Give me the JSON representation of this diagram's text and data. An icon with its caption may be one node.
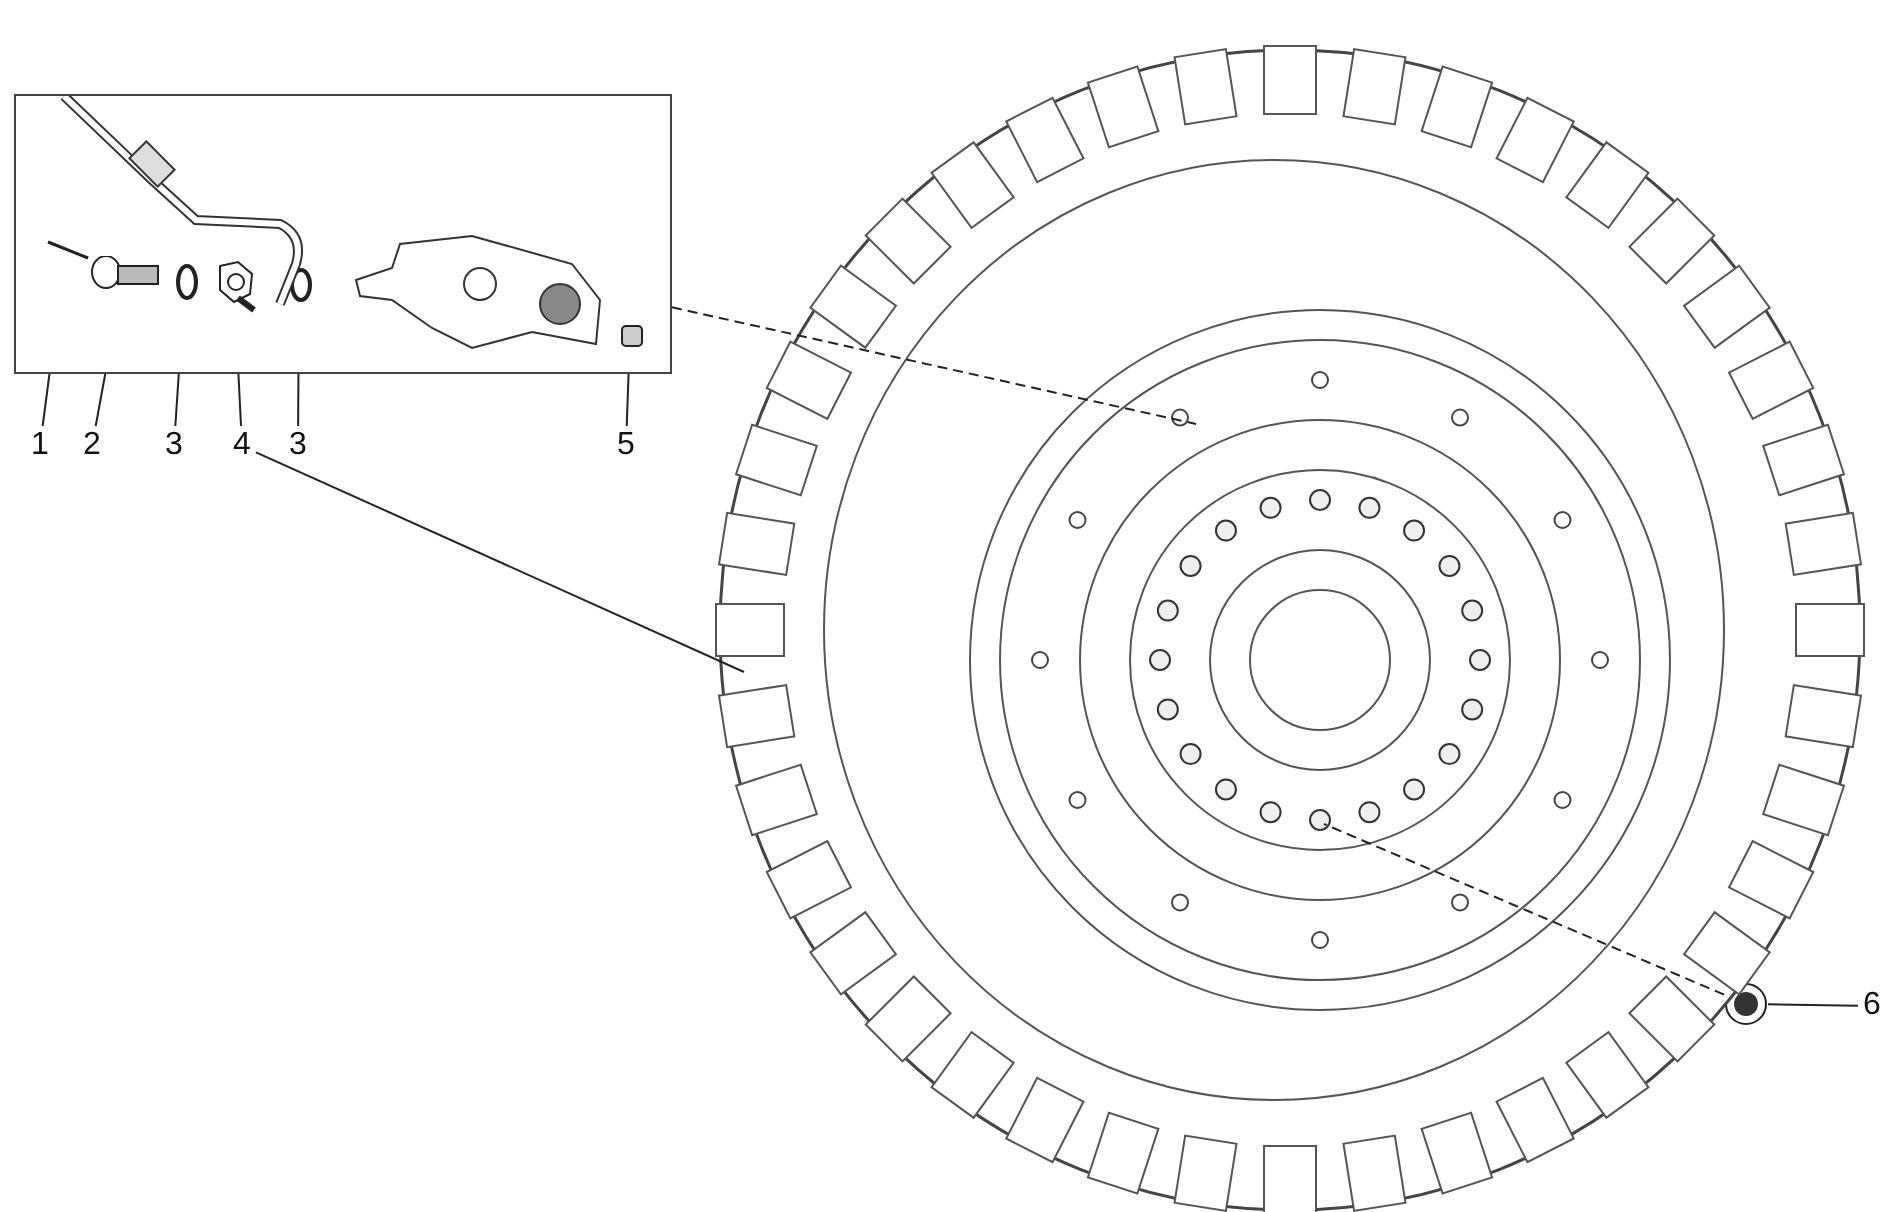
{
  "diagram": {
    "nodes": [
      {
        "text": [],
        "shape": "box"
      },
      {
        "text": [
          "1"
        ]
      },
      {
        "text": [
          "2"
        ]
      },
      {
        "text": [
          "3"
        ]
      },
      {
        "text": [
          "4"
        ]
      },
      {
        "text": [
          "3"
        ]
      },
      {
        "text": [
          "5"
        ]
      },
      {
        "text": [
          "6"
        ]
      },
      {
        "text": [],
        "shape": "picture",
        "in": 0
      },
      {
        "text": [],
        "shape": "picture",
        "in": 0
      },
      {
        "text": [],
        "shape": "circle",
        "in": 0
      },
      {
        "text": [],
        "shape": "picture",
        "in": 0
      },
      {
        "text": [],
        "shape": "circle",
        "in": 0
      },
      {
        "text": [],
        "shape": "box",
        "in": 0
      },
      {
        "text": [],
        "shape": "picture"
      },
      {
        "text": [],
        "shape": "picture"
      }
    ],
    "edges": [
      {
        "from": 1,
        "to": 8,
        "arrow": "none"
      },
      {
        "from": 2,
        "to": 9,
        "arrow": "none"
      },
      {
        "from": 3,
        "to": 10,
        "arrow": "none"
      },
      {
        "from": 4,
        "to": 11,
        "arrow": "none"
      },
      {
        "from": 5,
        "to": 12,
        "arrow": "none"
      },
      {
        "from": 6,
        "to": 13,
        "arrow": "none"
      },
      {
        "from": 7,
        "to": 14,
        "arrow": "none"
      },
      {
        "from": 4,
        "to": 15,
        "arrow": "none"
      },
      {
        "from": 0,
        "to": 15,
        "arrow": "none",
        "style": "dashed"
      },
      {
        "from": 14,
        "to": 15,
        "arrow": "none",
        "style": "dashed"
      }
    ]
  }
}
